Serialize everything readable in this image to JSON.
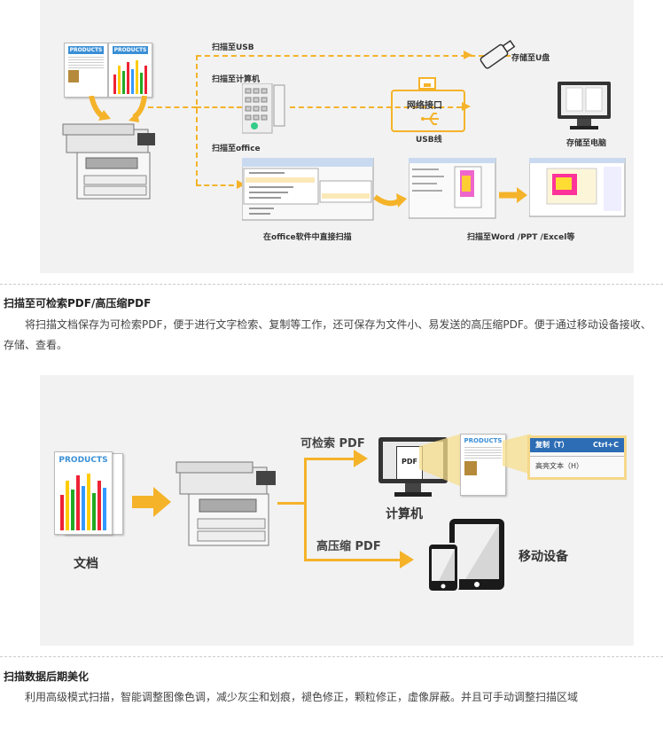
{
  "diagram1": {
    "doc1_header": "PRODUCTS",
    "doc2_header": "PRODUCTS",
    "label_usb": "扫描至USB",
    "label_computer": "扫描至计算机",
    "label_office": "扫描至office",
    "label_store_usb": "存储至U盘",
    "label_network": "网络接口",
    "label_usb_cable": "USB线",
    "label_store_pc": "存储至电脑",
    "label_office_scan": "在office软件中直接扫描",
    "label_word_ppt": "扫描至Word /PPT /Excel等"
  },
  "section1": {
    "title": "扫描至可检索PDF/高压缩PDF",
    "body": "将扫描文档保存为可检索PDF，便于进行文字检索、复制等工作，还可保存为文件小、易发送的高压缩PDF。便于通过移动设备接收、存储、查看。"
  },
  "diagram2": {
    "doc_header": "PRODUCTS",
    "doc_label": "文档",
    "searchable_pdf": "可检索 PDF",
    "pdf_icon": "PDF",
    "computer_label": "计算机",
    "compressed_pdf": "高压缩 PDF",
    "mobile_label": "移动设备",
    "menu_copy": "复制（T）",
    "menu_copy_shortcut": "Ctrl+C",
    "menu_highlight": "高亮文本（H）",
    "small_doc_header": "PRODUCTS"
  },
  "section2": {
    "title": "扫描数据后期美化",
    "body": "利用高级模式扫描，智能调整图像色调，减少灰尘和划痕，褪色修正，颗粒修正，虚像屏蔽。并且可手动调整扫描区域"
  },
  "colors": {
    "accent": "#f5b32a",
    "panel_bg": "#f2f2f2",
    "products_blue": "#3a8fd6"
  }
}
